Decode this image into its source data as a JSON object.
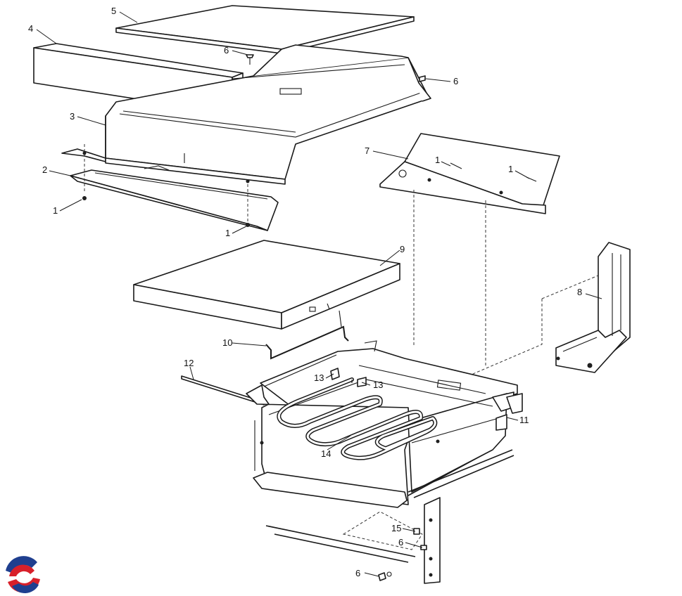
{
  "diagram": {
    "callouts": [
      {
        "id": "c5",
        "label": "5"
      },
      {
        "id": "c4",
        "label": "4"
      },
      {
        "id": "c6a",
        "label": "6"
      },
      {
        "id": "c6b",
        "label": "6"
      },
      {
        "id": "c3",
        "label": "3"
      },
      {
        "id": "c2",
        "label": "2"
      },
      {
        "id": "c1a",
        "label": "1"
      },
      {
        "id": "c1b",
        "label": "1"
      },
      {
        "id": "c7",
        "label": "7"
      },
      {
        "id": "c1c",
        "label": "1"
      },
      {
        "id": "c1d",
        "label": "1"
      },
      {
        "id": "c9",
        "label": "9"
      },
      {
        "id": "c8",
        "label": "8"
      },
      {
        "id": "c10",
        "label": "10"
      },
      {
        "id": "c12",
        "label": "12"
      },
      {
        "id": "c13a",
        "label": "13"
      },
      {
        "id": "c13b",
        "label": "13"
      },
      {
        "id": "c11",
        "label": "11"
      },
      {
        "id": "c14",
        "label": "14"
      },
      {
        "id": "c15",
        "label": "15"
      },
      {
        "id": "c6c",
        "label": "6"
      },
      {
        "id": "c6d",
        "label": "6"
      }
    ],
    "colors": {
      "line": "#1a1a1a",
      "logo_blue": "#1f3f8f",
      "logo_red": "#d8202a"
    },
    "logo_icon": "swirl-logo-icon"
  }
}
